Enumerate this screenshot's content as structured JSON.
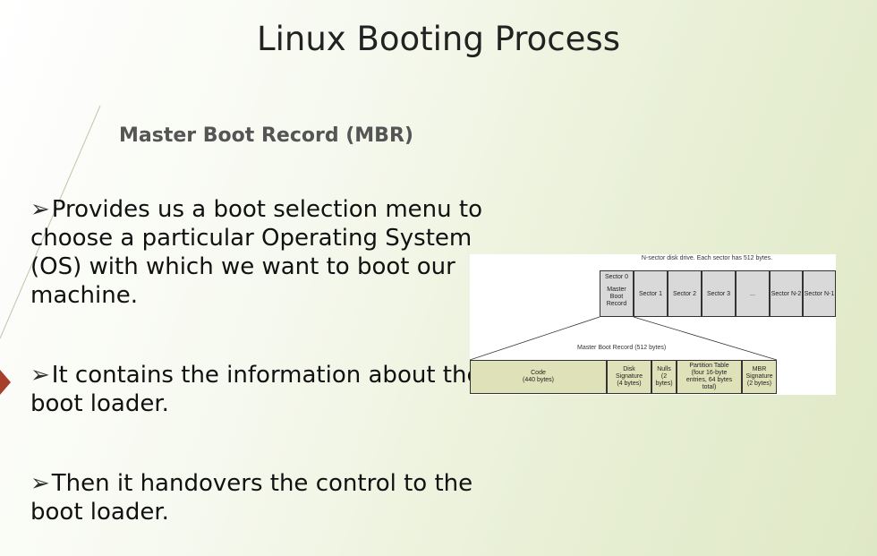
{
  "title": "Linux Booting Process",
  "subtitle": "Master Boot Record (MBR)",
  "bullet_marker": "➢",
  "bullets": [
    "Provides us a boot selection menu to choose a particular Operating System (OS) with which we want to boot our machine.",
    "It contains the information about the boot loader.",
    "Then it handovers the control to the boot loader."
  ],
  "diagram": {
    "caption": "N-sector disk drive. Each sector has 512 bytes.",
    "sector0": {
      "label": "Sector 0",
      "sublabel": "Master\nBoot\nRecord"
    },
    "sectors": [
      "Sector 1",
      "Sector 2",
      "Sector 3",
      "...",
      "Sector N-2",
      "Sector N-1"
    ],
    "mbr_caption": "Master Boot Record (512 bytes)",
    "fields": [
      "Code\n(440 bytes)",
      "Disk\nSignature\n(4 bytes)",
      "Nulls\n(2\nbytes)",
      "Partition Table\n(four 16-byte\nentries, 64 bytes\ntotal)",
      "MBR\nSignature\n(2 bytes)"
    ],
    "colors": {
      "sector_fill": "#d9d9d9",
      "field_fill": "#dfe2b8"
    }
  },
  "colors": {
    "marker": "#a6402a",
    "text": "#111111",
    "subtitle": "#555555"
  }
}
